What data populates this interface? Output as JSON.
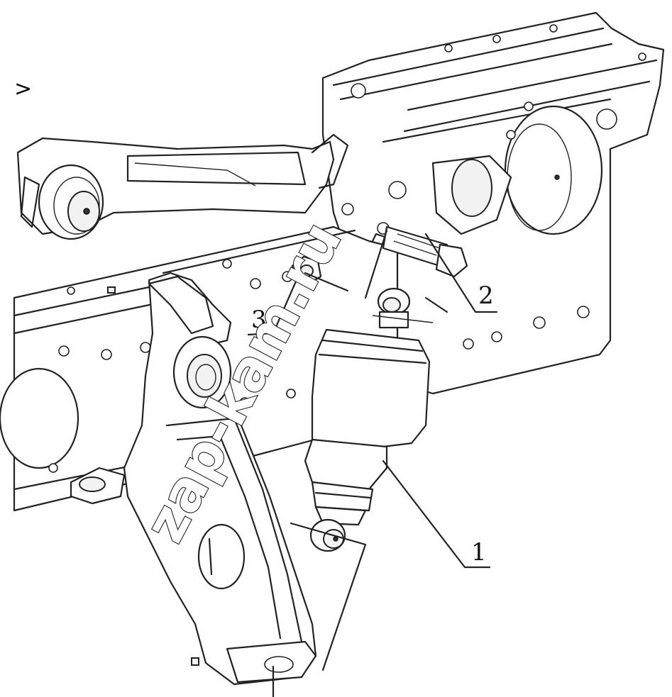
{
  "callouts": [
    {
      "id": "1",
      "label": "1"
    },
    {
      "id": "2",
      "label": "2"
    },
    {
      "id": "3",
      "label": "3"
    }
  ],
  "corner_mark": ">",
  "watermark": "zap-kam.ru"
}
